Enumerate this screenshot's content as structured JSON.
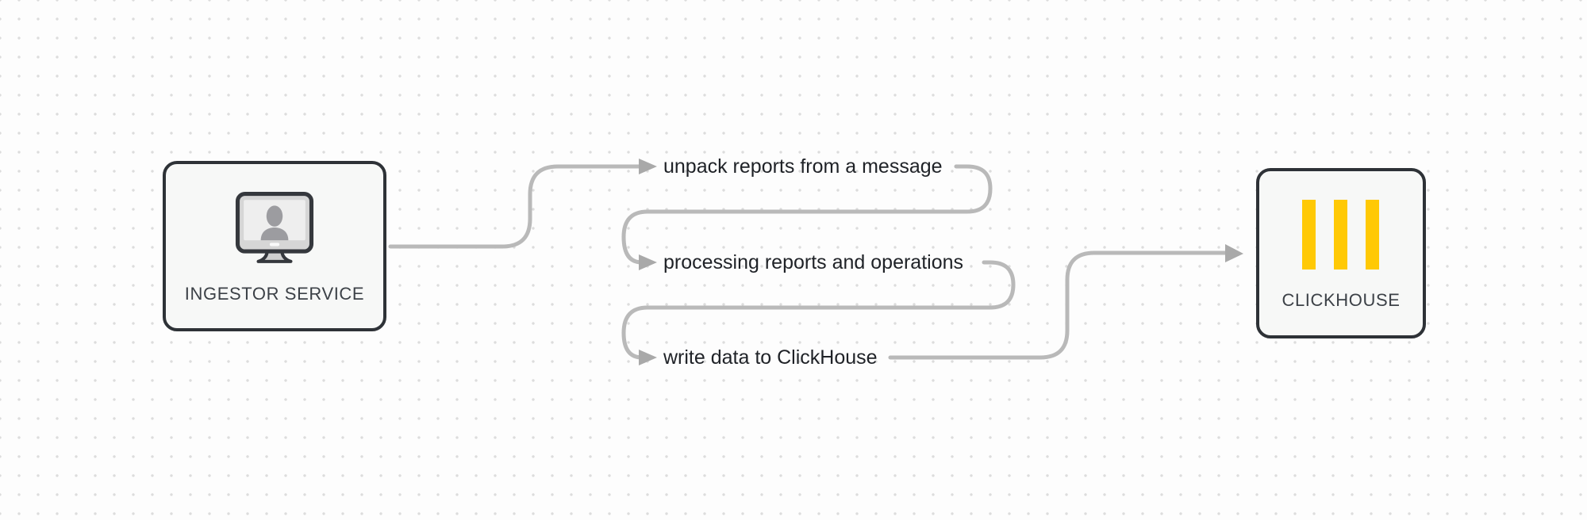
{
  "colors": {
    "background": "#fdfdfd",
    "dot": "#dcdcdc",
    "line": "#b9b9b9",
    "arrow": "#a9a9a9",
    "label_text": "#1f2227",
    "node_border": "#2e3237",
    "node_fill": "#f7f8f7",
    "node_text": "#3c4147",
    "clickhouse_yellow": "#ffc905",
    "icon_outline": "#35383d"
  },
  "nodes": {
    "ingestor": {
      "label": "INGESTOR SERVICE",
      "icon": "workstation-monitor-icon"
    },
    "clickhouse": {
      "label": "CLICKHOUSE",
      "icon": "clickhouse-logo-bars-icon"
    }
  },
  "steps": [
    {
      "label": "unpack reports from a message"
    },
    {
      "label": "processing reports and operations"
    },
    {
      "label": "write data to ClickHouse"
    }
  ]
}
